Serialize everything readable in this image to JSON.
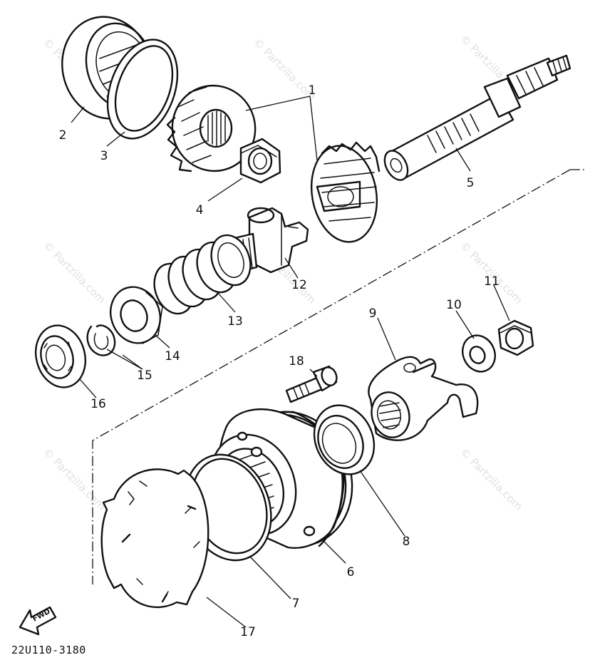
{
  "diagram": {
    "drawing_code": "22U110-3180",
    "direction_label": "FWD",
    "watermark": "© Partzilla.com",
    "callouts": [
      "1",
      "2",
      "3",
      "4",
      "5",
      "6",
      "7",
      "8",
      "9",
      "10",
      "11",
      "12",
      "13",
      "14",
      "15",
      "16",
      "17",
      "18"
    ]
  }
}
